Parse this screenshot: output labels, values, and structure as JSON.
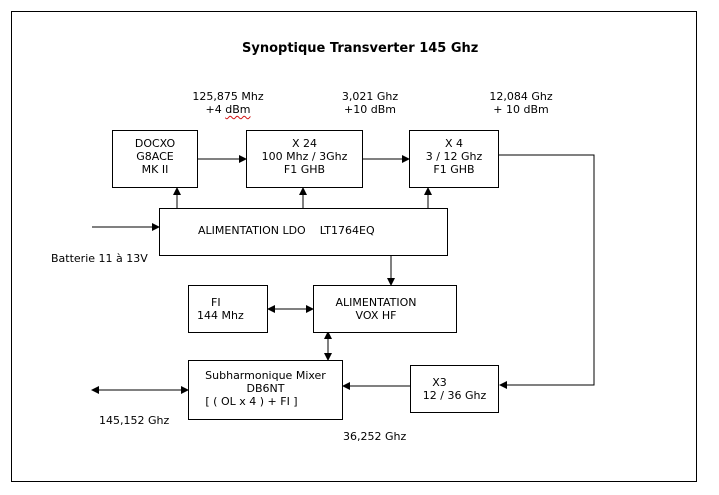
{
  "title": "Synoptique Transverter 145 Ghz",
  "freq_labels": {
    "f1_line1": "125,875 Mhz",
    "f1_line2_prefix": "+4 ",
    "f1_line2_unit": "dBm",
    "f2_line1": "3,021 Ghz",
    "f2_line2": "+10 dBm",
    "f3_line1": "12,084 Ghz",
    "f3_line2": "+ 10 dBm",
    "out_freq": "145,152 Ghz",
    "mid_freq": "36,252 Ghz"
  },
  "battery_label": "Batterie 11 à 13V",
  "blocks": {
    "docxo": [
      "DOCXO",
      "G8ACE",
      "MK II"
    ],
    "x24": [
      "X 24",
      "100 Mhz / 3Ghz",
      "F1 GHB"
    ],
    "x4": [
      "X 4",
      "3 / 12 Ghz",
      "F1 GHB"
    ],
    "alim_ldo": "ALIMENTATION LDO    LT1764EQ",
    "fi": [
      "FI",
      "144 Mhz"
    ],
    "alim_vox": [
      "ALIMENTATION",
      "VOX HF"
    ],
    "mixer": [
      "Subharmonique Mixer",
      "DB6NT",
      "[ ( OL x 4 ) + FI ]"
    ],
    "x3": [
      "X3",
      "12 / 36 Ghz"
    ]
  }
}
